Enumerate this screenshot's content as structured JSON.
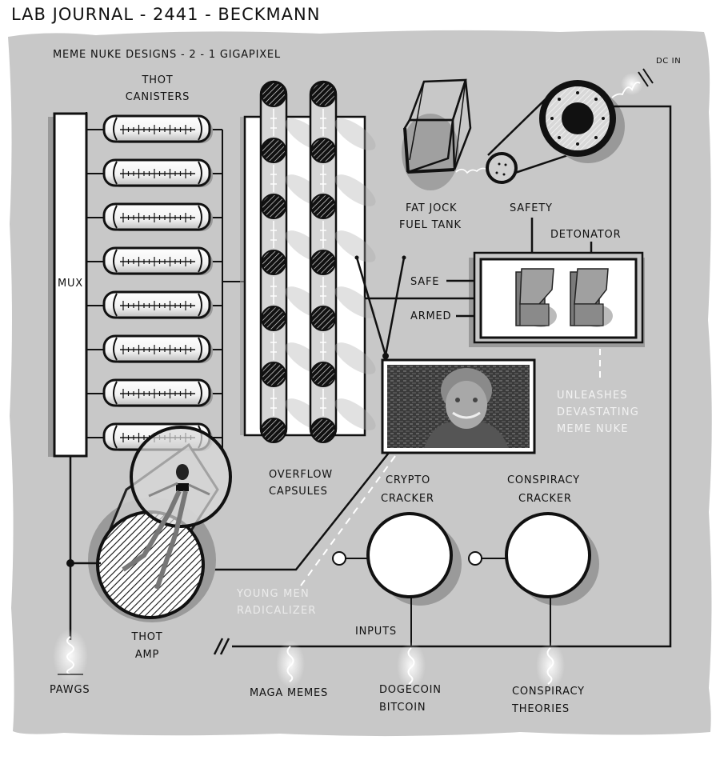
{
  "journal_title": "LAB JOURNAL - 2441 - BECKMANN",
  "diagram_title": "MEME NUKE DESIGNS - 2 - 1 GIGAPIXEL",
  "colors": {
    "paper": "#c8c8c8",
    "ink": "#111111",
    "shadow": "#9a9a9a",
    "highlight": "#ffffff"
  },
  "labels": {
    "thot_canisters": [
      "THOT",
      "CANISTERS"
    ],
    "mux": "MUX",
    "overflow_capsules": [
      "OVERFLOW",
      "CAPSULES"
    ],
    "fuel_tank": [
      "FAT JOCK",
      "FUEL TANK"
    ],
    "dc_in": "DC IN",
    "safety": "SAFETY",
    "detonator": "DETONATOR",
    "safe": "SAFE",
    "armed": "ARMED",
    "unleashes": [
      "UNLEASHES",
      "DEVASTATING",
      "MEME NUKE"
    ],
    "crypto_cracker": [
      "CRYPTO",
      "CRACKER"
    ],
    "conspiracy_cracker": [
      "CONSPIRACY",
      "CRACKER"
    ],
    "young_men": [
      "YOUNG MEN",
      "RADICALIZER"
    ],
    "thot_amp": [
      "THOT",
      "AMP"
    ],
    "inputs": "INPUTS",
    "pawgs": "PAWGS",
    "maga_memes": "MAGA MEMES",
    "dogecoin": [
      "DOGECOIN",
      "BITCOIN"
    ],
    "conspiracy_theories": [
      "CONSPIRACY",
      "THEORIES"
    ]
  },
  "components": {
    "thot_canister_count": 8,
    "overflow_capsule_columns": 2,
    "overflow_capsules_per_column": 7
  }
}
